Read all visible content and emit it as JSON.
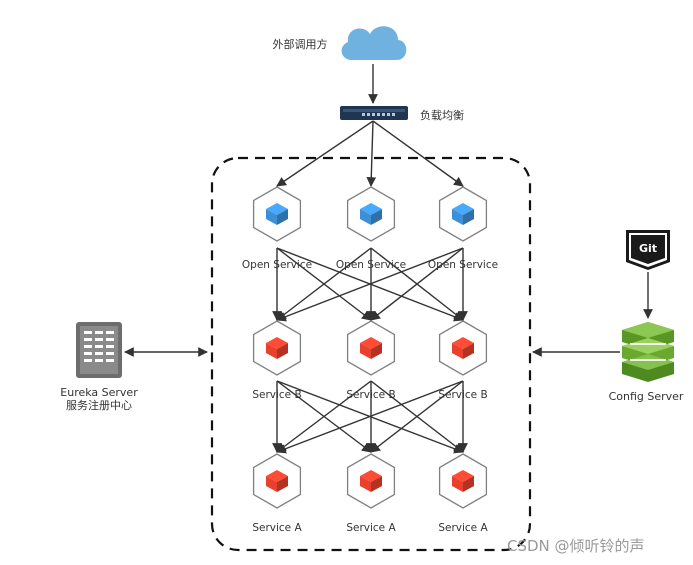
{
  "external": {
    "label": "外部调用方",
    "icon": "cloud-icon"
  },
  "load_balancer": {
    "label": "负载均衡",
    "icon": "switch-icon"
  },
  "registry": {
    "label_line1": "Eureka Server",
    "label_line2": "服务注册中心",
    "icon": "server-rack-icon"
  },
  "config": {
    "label": "Config Server",
    "git_label": "Git",
    "icon": "config-stack-icon"
  },
  "open_services": [
    {
      "label": "Open Service"
    },
    {
      "label": "Open Service"
    },
    {
      "label": "Open Service"
    }
  ],
  "services_b": [
    {
      "label": "Service B"
    },
    {
      "label": "Service B"
    },
    {
      "label": "Service B"
    }
  ],
  "services_a": [
    {
      "label": "Service A"
    },
    {
      "label": "Service A"
    },
    {
      "label": "Service A"
    }
  ],
  "watermark": "CSDN @倾听铃的声",
  "colors": {
    "cloud": "#6fb2df",
    "cube_blue": "#3d8fd8",
    "cube_red": "#e8402c",
    "config_green": "#6aa830",
    "arrow": "#333333",
    "dashed_border": "#111111"
  }
}
